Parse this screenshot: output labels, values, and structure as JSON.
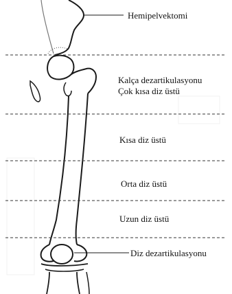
{
  "labels": {
    "hemipelvectomy": "Hemipelvektomi",
    "hip_disarticulation": "Kalça dezartikulasyonu",
    "very_short_above_knee": "Çok kısa diz üstü",
    "short_above_knee": "Kısa diz üstü",
    "mid_above_knee": "Orta diz üstü",
    "long_above_knee": "Uzun diz üstü",
    "knee_disarticulation": "Diz dezartikulasyonu"
  },
  "colors": {
    "bone_outline": "#1a1a1a",
    "dashed_line": "#333333",
    "background": "#ffffff"
  }
}
